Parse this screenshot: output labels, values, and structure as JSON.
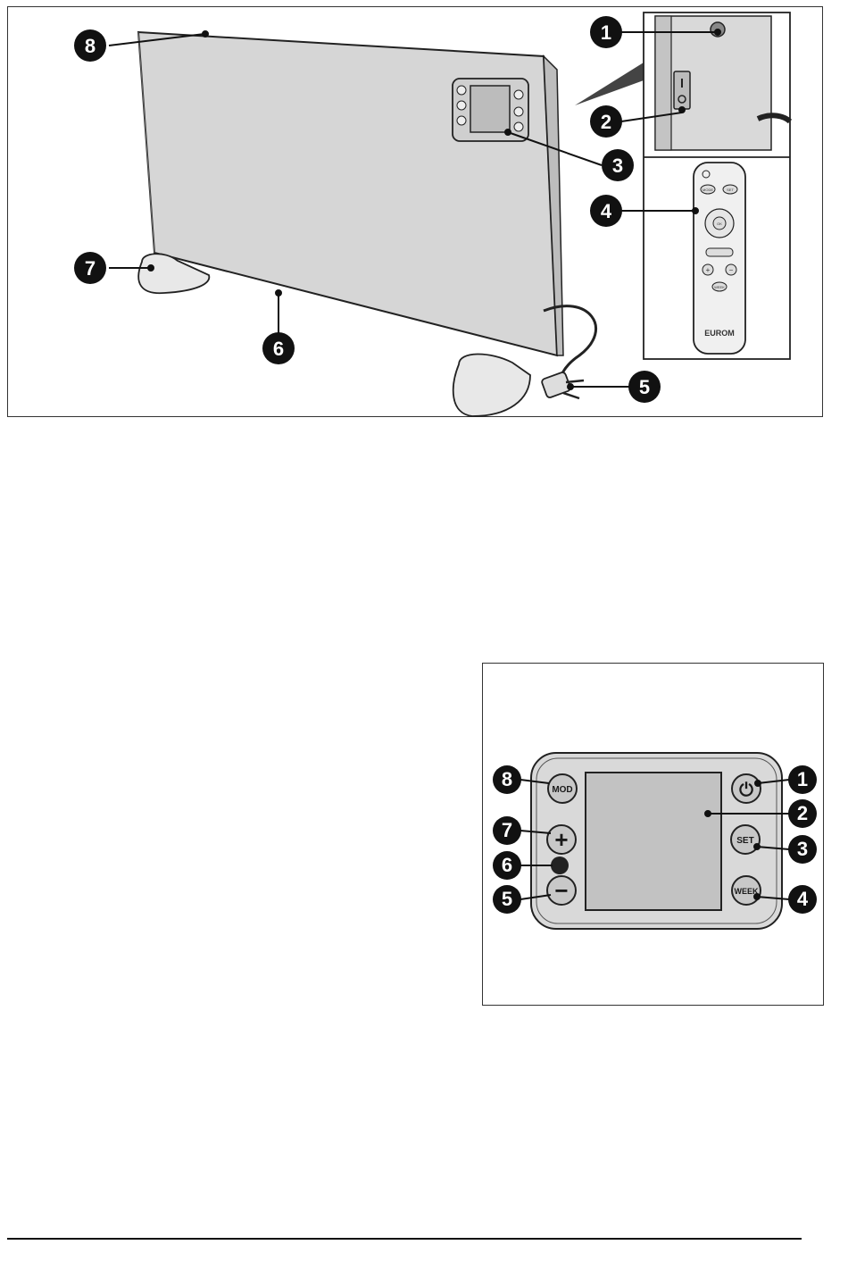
{
  "figure1": {
    "callouts": [
      "1",
      "2",
      "3",
      "4",
      "5",
      "6",
      "7",
      "8"
    ],
    "remote": {
      "brand": "EUROM",
      "mode_label": "MODE",
      "set_label": "SET",
      "ok_label": "OK",
      "week_label": "WEEK",
      "plus_label": "+",
      "minus_label": "−"
    }
  },
  "figure2": {
    "callouts": [
      "1",
      "2",
      "3",
      "4",
      "5",
      "6",
      "7",
      "8"
    ],
    "buttons": {
      "mod": "MOD",
      "set": "SET",
      "week": "WEEK",
      "power": "⏻",
      "plus": "+",
      "minus": "−"
    }
  }
}
